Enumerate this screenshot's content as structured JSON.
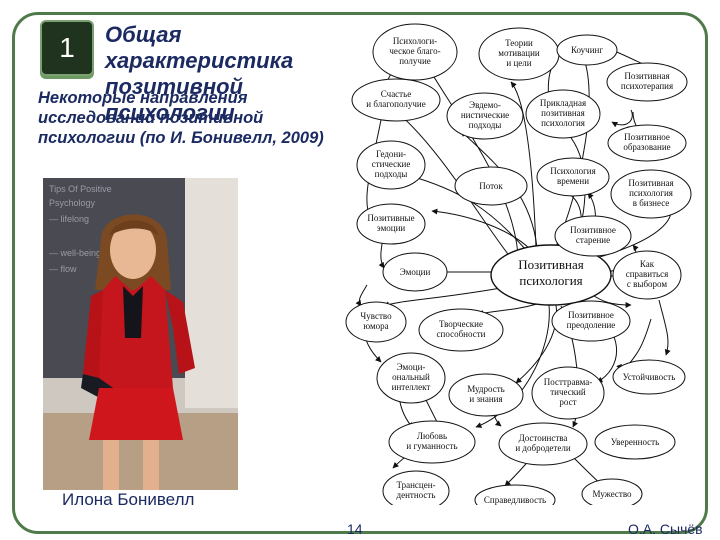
{
  "slide": {
    "number": "1",
    "title": "Общая характеристика позитивной психологии",
    "subtitle": "Некоторые направления исследований позитивной психологии (по И. Бонивелл, 2009)",
    "photo_caption": "Илона Бонивелл",
    "page_number": "14",
    "author": "О.А. Сычёв"
  },
  "photo": {
    "board_text": [
      "Tips Of Positive",
      "Psychology",
      "— lifelong",
      "— well-being",
      "— flow"
    ]
  },
  "diagram": {
    "center": [
      "Позитивная",
      "психология"
    ],
    "nodes": [
      {
        "id": "happiness",
        "lines": [
          "Счастье",
          "и благополучие"
        ]
      },
      {
        "id": "psych_wellbeing",
        "lines": [
          "Психологи-",
          "ческое благо-",
          "получие"
        ]
      },
      {
        "id": "motivation",
        "lines": [
          "Теории",
          "мотивации",
          "и цели"
        ]
      },
      {
        "id": "coaching",
        "lines": [
          "Коучинг"
        ]
      },
      {
        "id": "eudaimonic",
        "lines": [
          "Эвдемо-",
          "нистические",
          "подходы"
        ]
      },
      {
        "id": "applied",
        "lines": [
          "Прикладная",
          "позитивная",
          "психология"
        ]
      },
      {
        "id": "psychotherapy",
        "lines": [
          "Позитивная",
          "психотерапия"
        ]
      },
      {
        "id": "hedonic",
        "lines": [
          "Гедони-",
          "стические",
          "подходы"
        ]
      },
      {
        "id": "education",
        "lines": [
          "Позитивное",
          "образование"
        ]
      },
      {
        "id": "flow",
        "lines": [
          "Поток"
        ]
      },
      {
        "id": "time",
        "lines": [
          "Психология",
          "времени"
        ]
      },
      {
        "id": "business",
        "lines": [
          "Позитивная",
          "психология",
          "в бизнесе"
        ]
      },
      {
        "id": "pos_emotions",
        "lines": [
          "Позитивные",
          "эмоции"
        ]
      },
      {
        "id": "aging",
        "lines": [
          "Позитивное",
          "старение"
        ]
      },
      {
        "id": "emotions",
        "lines": [
          "Эмоции"
        ]
      },
      {
        "id": "choice",
        "lines": [
          "Как",
          "справиться",
          "с выбором"
        ]
      },
      {
        "id": "humor",
        "lines": [
          "Чувство",
          "юмора"
        ]
      },
      {
        "id": "creativity",
        "lines": [
          "Творческие",
          "способности"
        ]
      },
      {
        "id": "coping",
        "lines": [
          "Позитивное",
          "преодоление"
        ]
      },
      {
        "id": "eq",
        "lines": [
          "Эмоци-",
          "ональный",
          "интеллект"
        ]
      },
      {
        "id": "resilience",
        "lines": [
          "Устойчивость"
        ]
      },
      {
        "id": "wisdom",
        "lines": [
          "Мудрость",
          "и знания"
        ]
      },
      {
        "id": "ptg",
        "lines": [
          "Посттравма-",
          "тический",
          "рост"
        ]
      },
      {
        "id": "love",
        "lines": [
          "Любовь",
          "и гуманность"
        ]
      },
      {
        "id": "virtues",
        "lines": [
          "Достоинства",
          "и добродетели"
        ]
      },
      {
        "id": "confidence",
        "lines": [
          "Уверенность"
        ]
      },
      {
        "id": "transcendence",
        "lines": [
          "Трансцен-",
          "дентность"
        ]
      },
      {
        "id": "justice",
        "lines": [
          "Справедливость"
        ]
      },
      {
        "id": "courage",
        "lines": [
          "Мужество"
        ]
      }
    ]
  }
}
